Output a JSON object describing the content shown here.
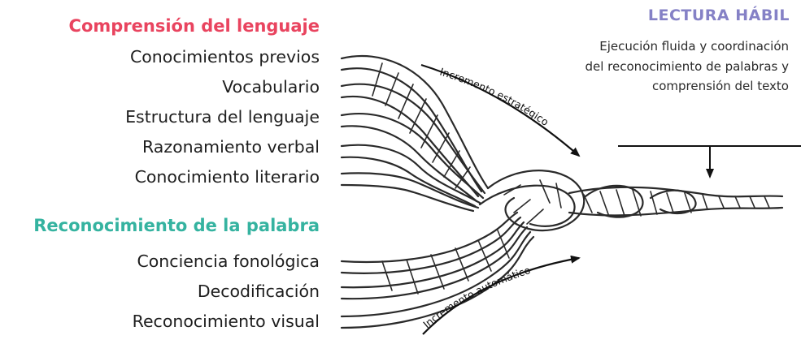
{
  "colors": {
    "comprension": "#e9445f",
    "reconocimiento": "#35b3a0",
    "lectura_habil": "#8581c6",
    "rope_stroke": "#2a2a2a"
  },
  "comprension": {
    "title": "Comprensión del lenguaje",
    "items": [
      "Conocimientos previos",
      "Vocabulario",
      "Estructura del lenguaje",
      "Razonamiento verbal",
      "Conocimiento literario"
    ]
  },
  "reconocimiento": {
    "title": "Reconocimiento de la palabra",
    "items": [
      "Conciencia fonológica",
      "Decodificación",
      "Reconocimiento visual"
    ]
  },
  "lectura_habil": {
    "title": "LECTURA HÁBIL",
    "description": "Ejecución fluida y coordinación del reconocimiento de palabras y comprensión del texto"
  },
  "arrows": {
    "estrategico": "Incremento estratégico",
    "automatico": "Incremento automático"
  }
}
